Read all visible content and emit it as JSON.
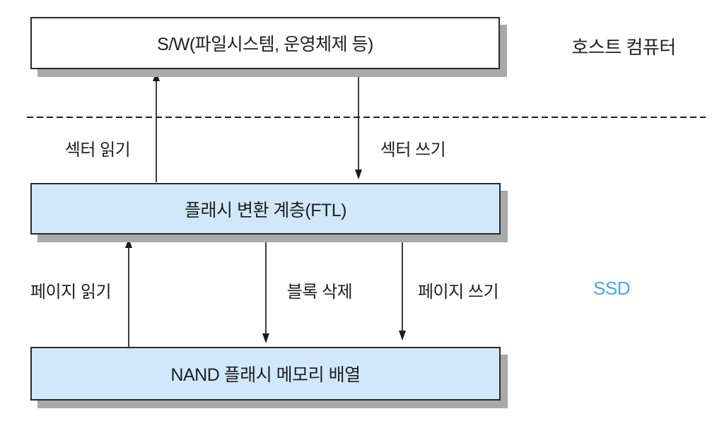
{
  "diagram": {
    "title_context": "SSD architecture block diagram",
    "boxes": {
      "software": {
        "label": "S/W(파일시스템, 운영체제 등)",
        "fill": "#ffffff"
      },
      "ftl": {
        "label": "플래시 변환 계층(FTL)",
        "fill": "#d0e8f9"
      },
      "nand": {
        "label": "NAND 플래시 메모리 배열",
        "fill": "#d0e8f9"
      }
    },
    "arrows": {
      "sector_read": {
        "label": "섹터 읽기",
        "direction": "up",
        "from": "ftl",
        "to": "software"
      },
      "sector_write": {
        "label": "섹터 쓰기",
        "direction": "down",
        "from": "software",
        "to": "ftl"
      },
      "page_read": {
        "label": "페이지 읽기",
        "direction": "up",
        "from": "nand",
        "to": "ftl"
      },
      "block_erase": {
        "label": "블록 삭제",
        "direction": "down",
        "from": "ftl",
        "to": "nand"
      },
      "page_write": {
        "label": "페이지 쓰기",
        "direction": "down",
        "from": "ftl",
        "to": "nand"
      }
    },
    "region_labels": {
      "host_computer": {
        "label": "호스트 컴퓨터",
        "color": "#1f1f1f"
      },
      "ssd": {
        "label": "SSD",
        "color": "#4aa6f0"
      }
    },
    "colors": {
      "box_fill_blue": "#d0e8f9",
      "box_fill_white": "#ffffff",
      "box_border": "#2a2a2a",
      "box_shadow": "#a9a9a9",
      "line": "#1c1c1c",
      "divider": "#1e1e1e"
    }
  }
}
